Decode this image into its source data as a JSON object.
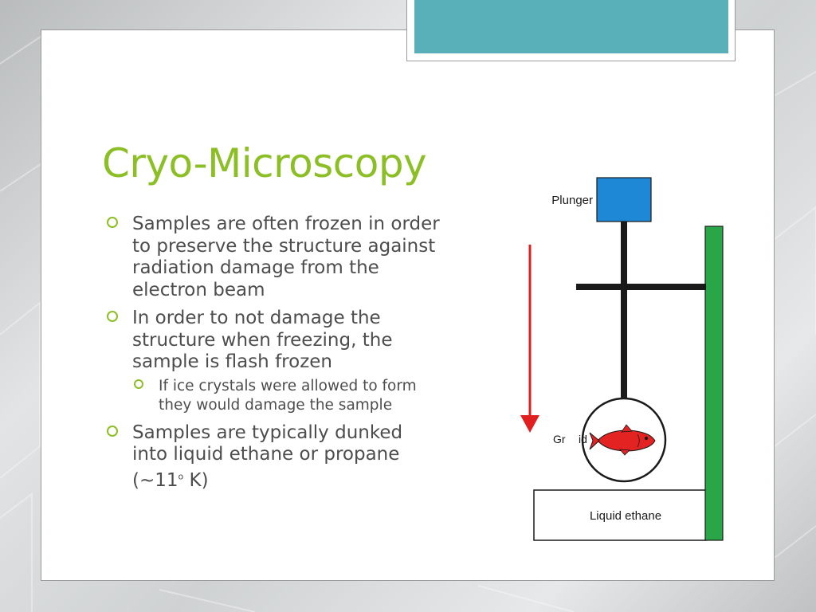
{
  "slide": {
    "title": "Cryo-Microscopy",
    "bullets": [
      "Samples are often frozen in order to preserve the structure against radiation damage from the electron beam",
      "In order to not damage the structure when freezing, the sample is flash frozen",
      "Samples are typically dunked into liquid ethane or propane (~11"
    ],
    "sub_bullets": [
      "If ice crystals were allowed to form they would damage the sample"
    ],
    "temperature_superscript": "o",
    "temperature_suffix": " K)"
  },
  "diagram": {
    "plunger_label": "Plunger",
    "grid_label_left": "Gr",
    "grid_label_right": "id",
    "ethane_label": "Liquid ethane"
  },
  "colors": {
    "title": "#8cbf26",
    "bullet_text": "#4d4d4d",
    "header_accent": "#5ab0b8",
    "plunger": "#1e88d6",
    "arrow": "#e02020",
    "rod": "#29a648",
    "fish": "#e32222"
  }
}
